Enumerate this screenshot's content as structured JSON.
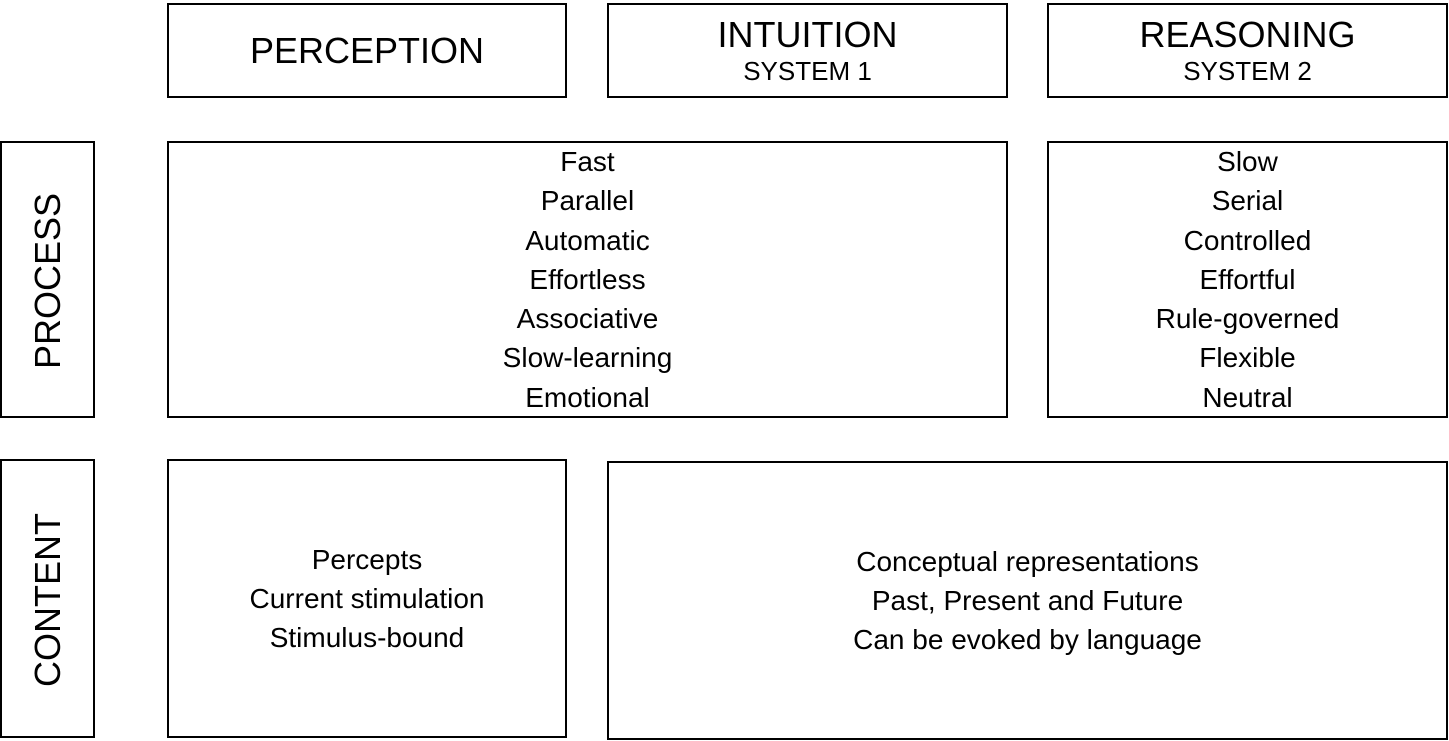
{
  "headers": {
    "perception": {
      "title": "PERCEPTION"
    },
    "intuition": {
      "title": "INTUITION",
      "subtitle": "SYSTEM 1"
    },
    "reasoning": {
      "title": "REASONING",
      "subtitle": "SYSTEM 2"
    }
  },
  "rows": {
    "process": {
      "label": "PROCESS"
    },
    "content": {
      "label": "CONTENT"
    }
  },
  "process": {
    "intuition": [
      "Fast",
      "Parallel",
      "Automatic",
      "Effortless",
      "Associative",
      "Slow-learning",
      "Emotional"
    ],
    "reasoning": [
      "Slow",
      "Serial",
      "Controlled",
      "Effortful",
      "Rule-governed",
      "Flexible",
      "Neutral"
    ]
  },
  "content": {
    "perception": [
      "Percepts",
      "Current stimulation",
      "Stimulus-bound"
    ],
    "conceptual": [
      "Conceptual representations",
      "Past, Present and Future",
      "Can be evoked by language"
    ]
  }
}
